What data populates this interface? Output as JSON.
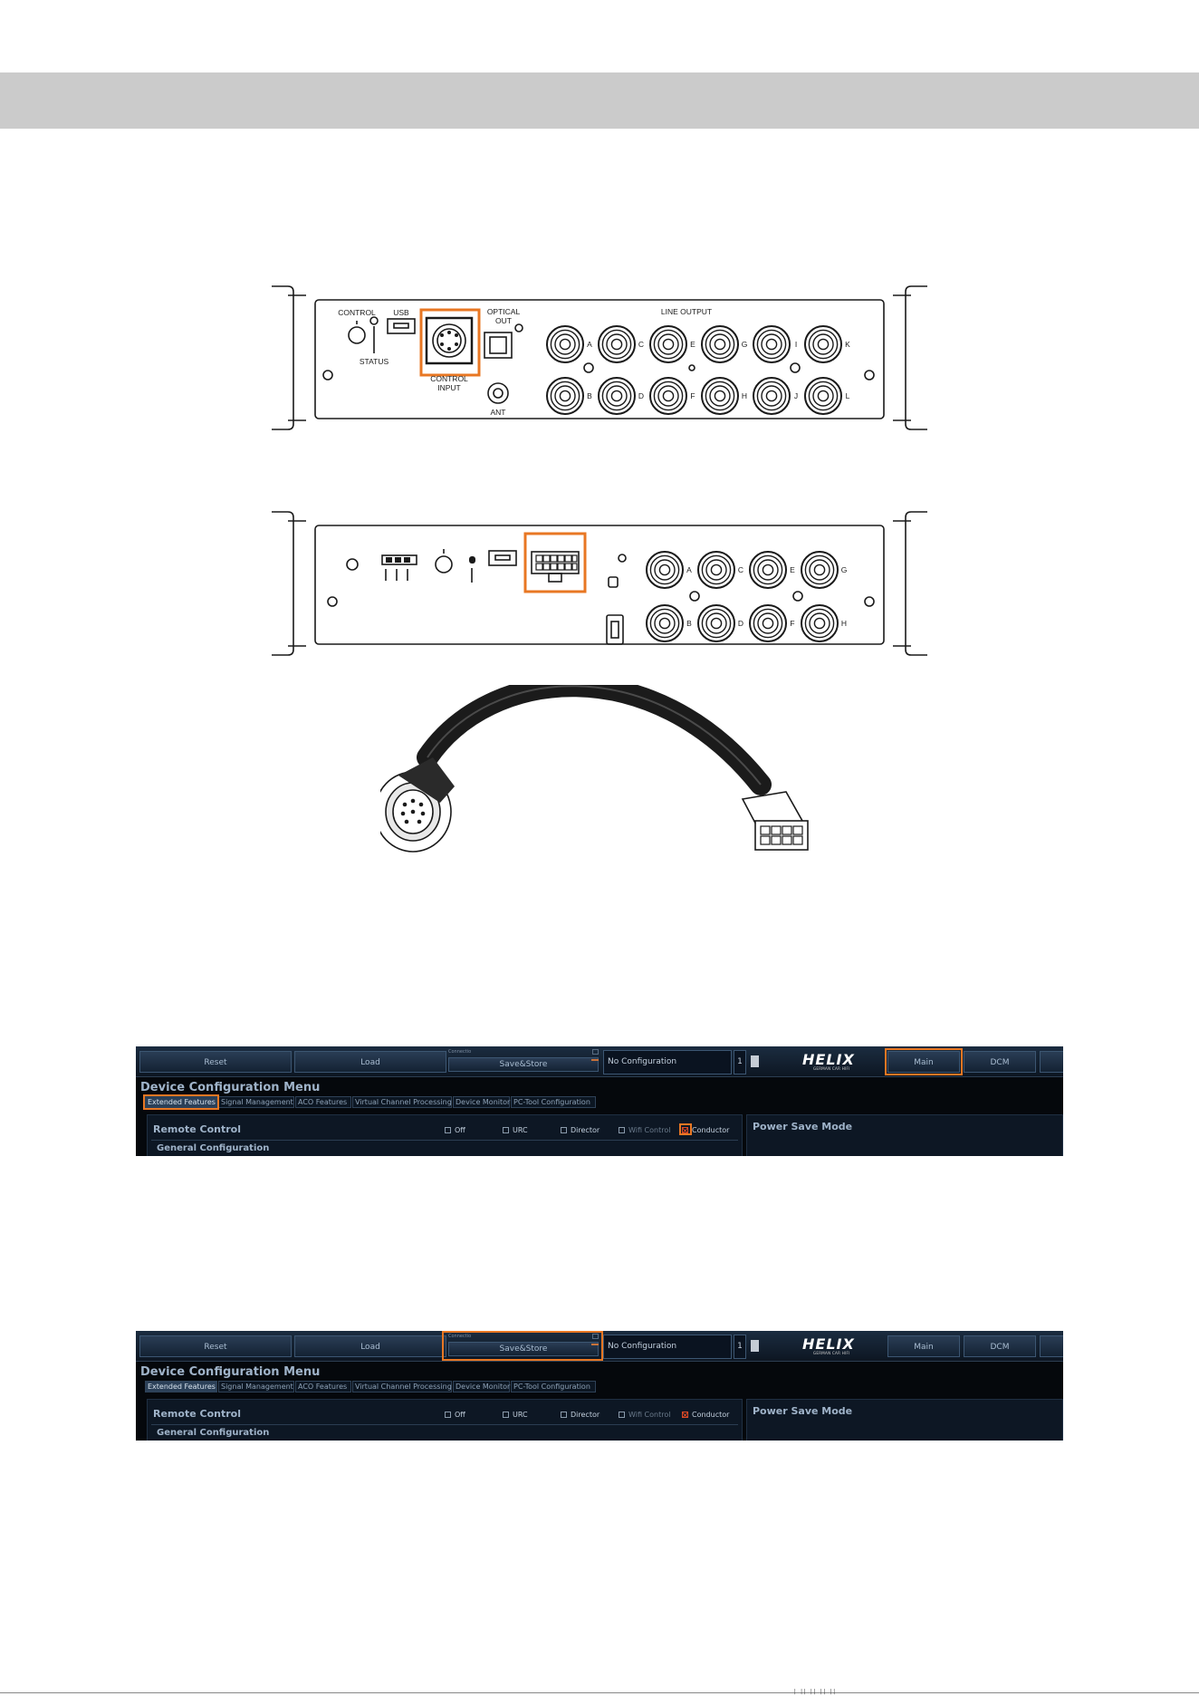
{
  "colors": {
    "highlight": "#e87723",
    "header_band": "#cbcbcb",
    "ui_background": "#05080c"
  },
  "device_a": {
    "labels": {
      "control": "CONTROL",
      "status": "STATUS",
      "usb": "USB",
      "optical_out_1": "OPTICAL",
      "optical_out_2": "OUT",
      "control_input_1": "CONTROL",
      "control_input_2": "INPUT",
      "ant": "ANT",
      "line_output": "LINE OUTPUT"
    },
    "channels": [
      "A",
      "B",
      "C",
      "D",
      "E",
      "F",
      "G",
      "H",
      "I",
      "J",
      "K",
      "L"
    ]
  },
  "device_b": {
    "channels": [
      "A",
      "B",
      "C",
      "D",
      "E",
      "F",
      "G",
      "H"
    ]
  },
  "screenshot_1": {
    "buttons": {
      "reset": "Reset",
      "load": "Load",
      "save_store": "Save&Store",
      "main": "Main",
      "dcm": "DCM"
    },
    "combo_caption": "Connectio",
    "config_name": "No Configuration",
    "config_number": "1",
    "logo_main": "HELIX",
    "logo_sub": "GERMAN CAR HIFI",
    "menu_title": "Device Configuration Menu",
    "tabs": [
      "Extended Features",
      "Signal Management",
      "ACO Features",
      "Virtual Channel Processing",
      "Device Monitor",
      "PC-Tool Configuration"
    ],
    "remote_control": "Remote Control",
    "general_configuration": "General Configuration",
    "power_save_mode": "Power Save Mode",
    "options": [
      {
        "label": "Off",
        "checked": false,
        "disabled": false
      },
      {
        "label": "URC",
        "checked": false,
        "disabled": false
      },
      {
        "label": "Director",
        "checked": false,
        "disabled": false
      },
      {
        "label": "Wifi Control",
        "checked": false,
        "disabled": true
      },
      {
        "label": "Conductor",
        "checked": true,
        "disabled": false
      }
    ]
  },
  "screenshot_2": {
    "buttons": {
      "reset": "Reset",
      "load": "Load",
      "save_store": "Save&Store",
      "main": "Main",
      "dcm": "DCM"
    },
    "combo_caption": "Connectio",
    "config_name": "No Configuration",
    "config_number": "1",
    "logo_main": "HELIX",
    "logo_sub": "GERMAN CAR HIFI",
    "menu_title": "Device Configuration Menu",
    "tabs": [
      "Extended Features",
      "Signal Management",
      "ACO Features",
      "Virtual Channel Processing",
      "Device Monitor",
      "PC-Tool Configuration"
    ],
    "remote_control": "Remote Control",
    "general_configuration": "General Configuration",
    "power_save_mode": "Power Save Mode",
    "options": [
      {
        "label": "Off",
        "checked": false,
        "disabled": false
      },
      {
        "label": "URC",
        "checked": false,
        "disabled": false
      },
      {
        "label": "Director",
        "checked": false,
        "disabled": false
      },
      {
        "label": "Wifi Control",
        "checked": false,
        "disabled": true
      },
      {
        "label": "Conductor",
        "checked": true,
        "disabled": false
      }
    ]
  },
  "footer_mark": "| || || || ||"
}
